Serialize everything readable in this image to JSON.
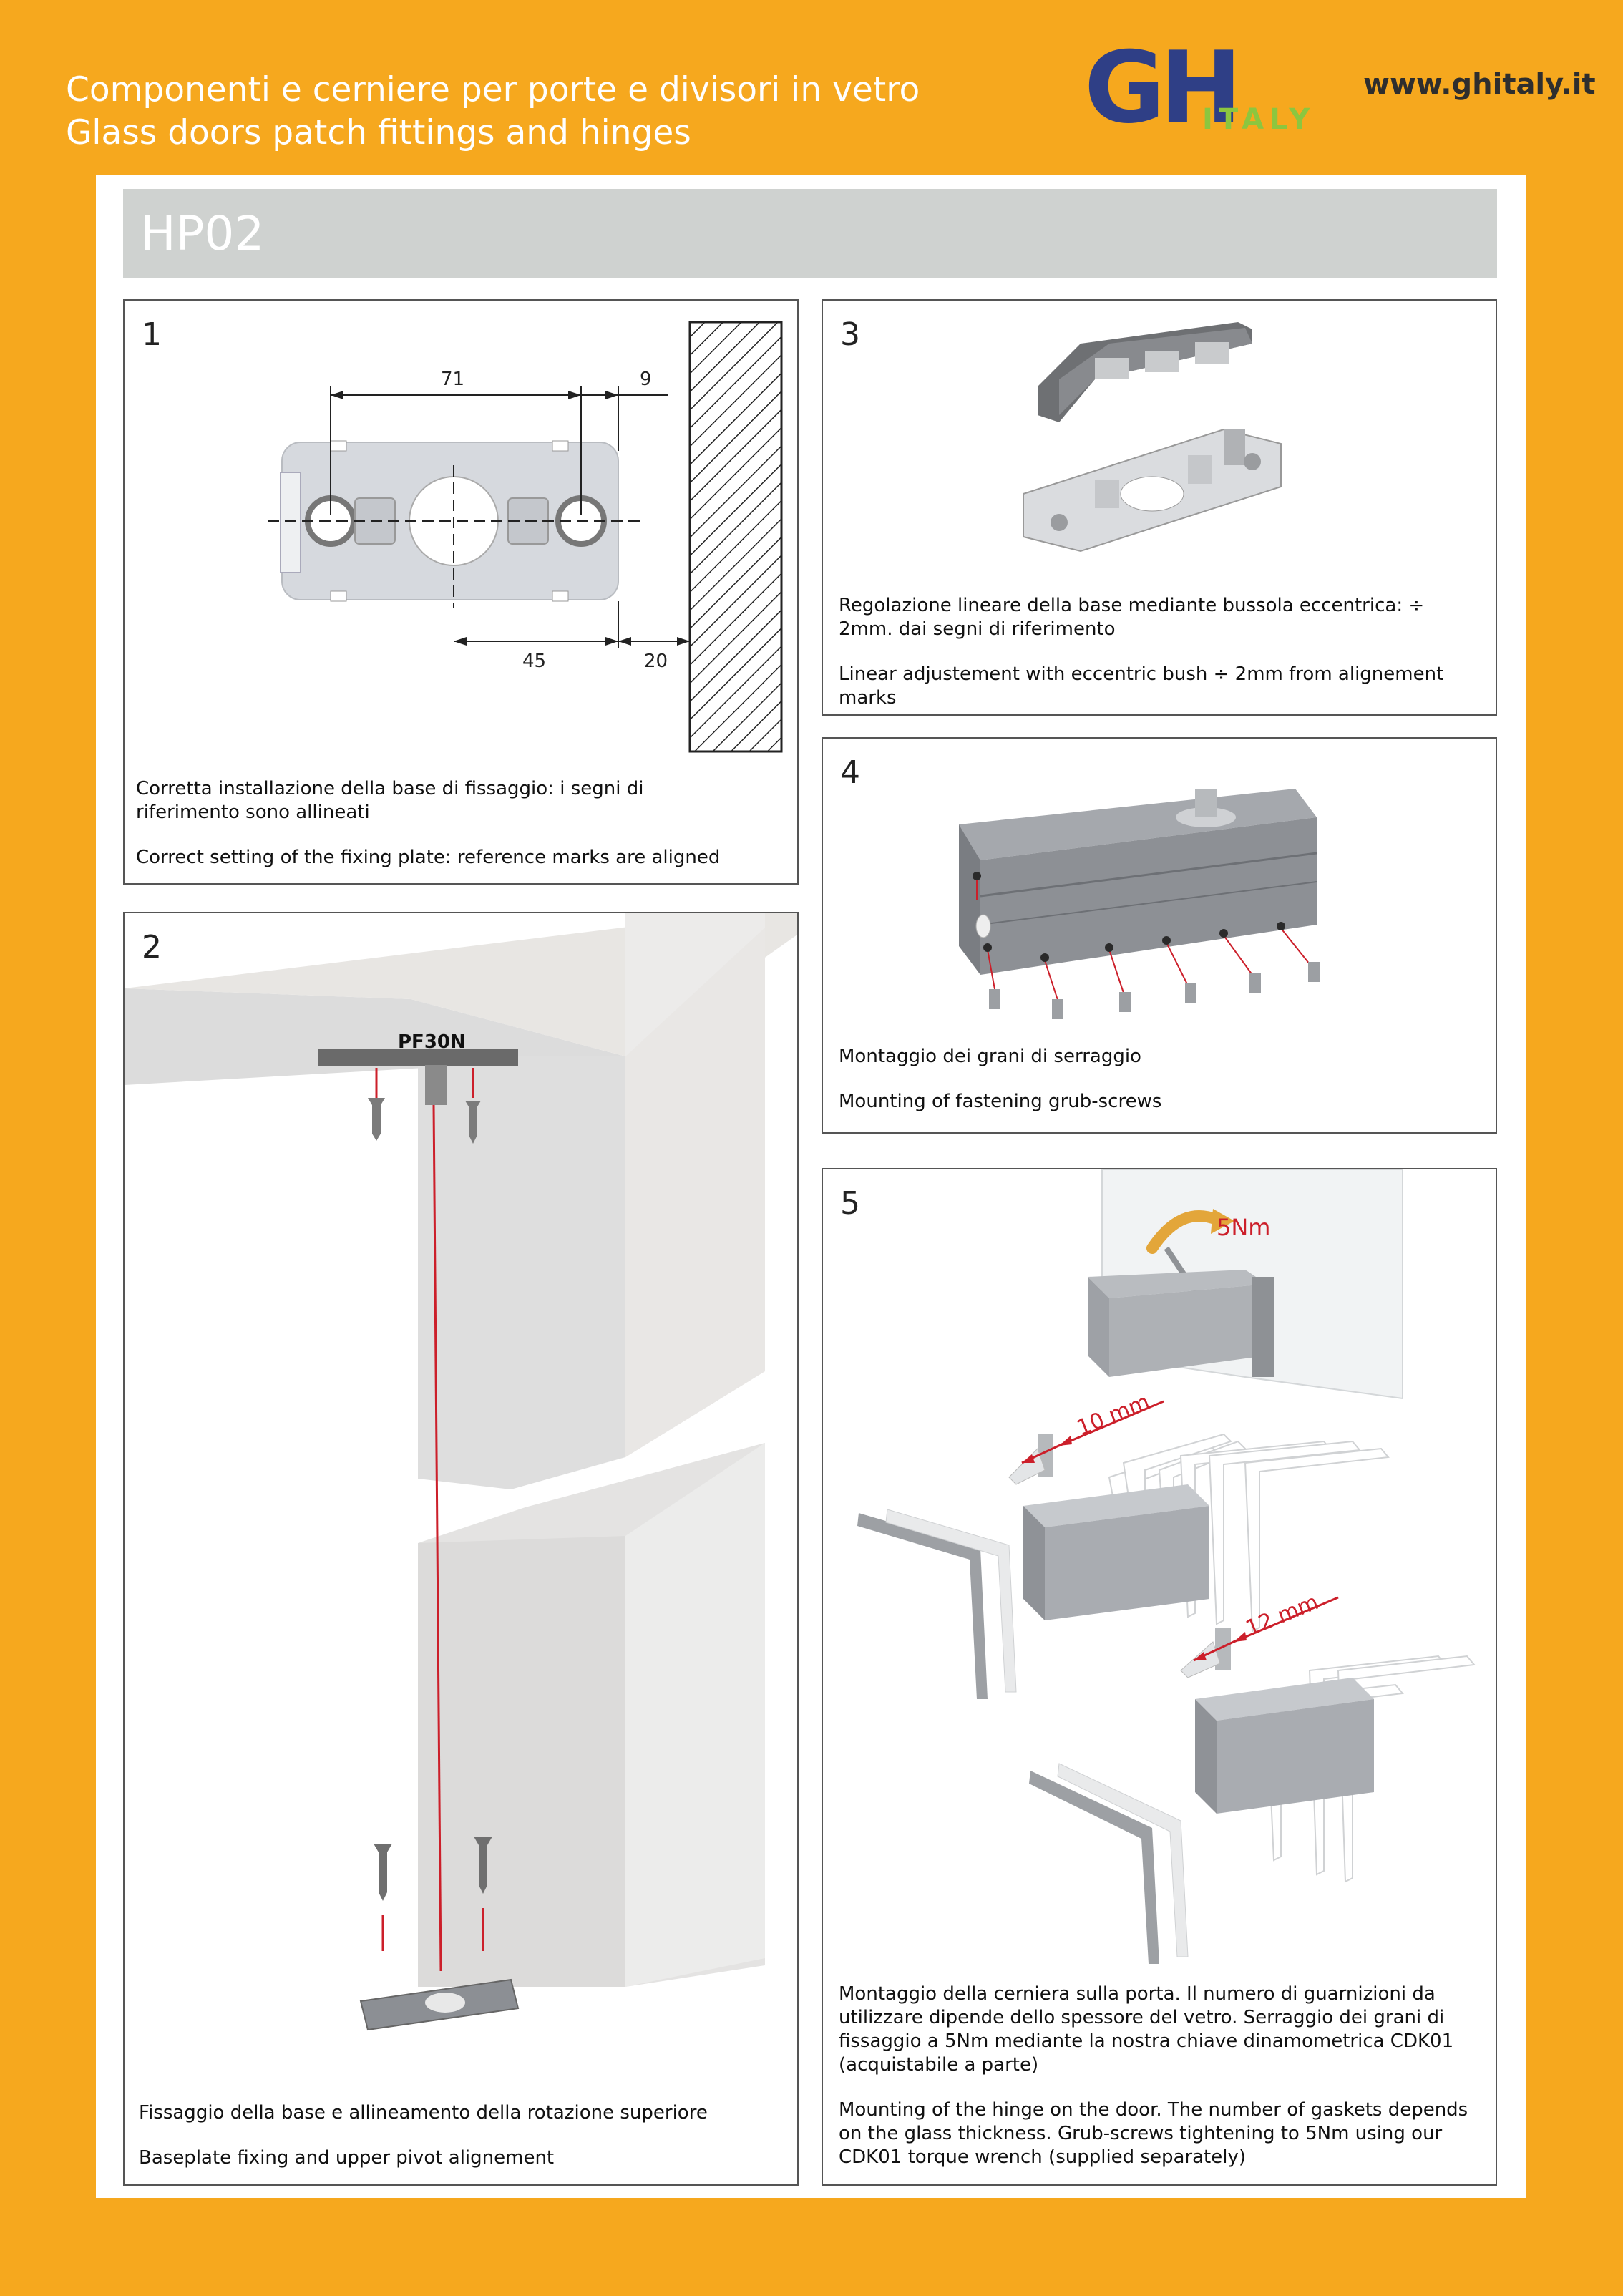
{
  "header": {
    "line_it": "Componenti e cerniere per porte e divisori in vetro",
    "line_en": "Glass doors patch fittings and hinges",
    "logo_main": "GH",
    "logo_sub": "ITALY",
    "website": "www.ghitaly.it"
  },
  "product_code": "HP02",
  "colors": {
    "background": "#f6a81e",
    "logo_blue": "#2f3f86",
    "logo_green": "#8cc63f",
    "code_bar": "#cfd2d0",
    "red_marks": "#cc1f2a"
  },
  "panels": {
    "p1": {
      "number": "1",
      "dims": {
        "d71": "71",
        "d9": "9",
        "d45": "45",
        "d20": "20"
      },
      "caption_it": "Corretta installazione della base di fissaggio: i segni di riferimento sono allineati",
      "caption_en": "Correct setting of the fixing plate: reference marks are aligned"
    },
    "p2": {
      "number": "2",
      "label": "PF30N",
      "caption_it": "Fissaggio della base e allineamento della rotazione superiore",
      "caption_en": "Baseplate fixing and upper pivot alignement"
    },
    "p3": {
      "number": "3",
      "caption_it": "Regolazione lineare della base mediante bussola eccentrica: ÷ 2mm. dai segni di riferimento",
      "caption_en": "Linear adjustement with eccentric bush ÷ 2mm from alignement marks"
    },
    "p4": {
      "number": "4",
      "caption_it": "Montaggio dei grani di serraggio",
      "caption_en": "Mounting of fastening grub-screws"
    },
    "p5": {
      "number": "5",
      "torque": "5Nm",
      "dim_a": "10 mm",
      "dim_b": "12 mm",
      "caption_it": "Montaggio della cerniera sulla porta. Il numero di guarnizioni da utilizzare dipende dello spessore del vetro. Serraggio dei grani di fissaggio a 5Nm mediante la nostra chiave dinamometrica CDK01 (acquistabile a parte)",
      "caption_en": "Mounting of the hinge on the door. The number of gaskets depends on the glass thickness. Grub-screws tightening to 5Nm using our CDK01 torque wrench (supplied separately)"
    }
  }
}
